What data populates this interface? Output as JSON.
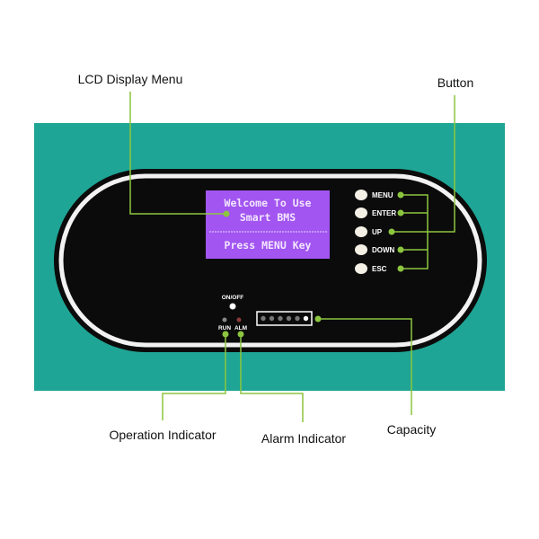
{
  "labels": {
    "lcd": "LCD Display Menu",
    "button": "Button",
    "operation": "Operation Indicator",
    "alarm": "Alarm Indicator",
    "capacity": "Capacity"
  },
  "lcd": {
    "line1": "Welcome To Use",
    "line2": "Smart BMS",
    "line3": "Press MENU Key"
  },
  "buttons": [
    "MENU",
    "ENTER",
    "UP",
    "DOWN",
    "ESC"
  ],
  "panel": {
    "onoff": "ON/OFF",
    "run": "RUN",
    "alm": "ALM"
  },
  "capacity_leds": 6,
  "colors": {
    "teal": "#1fa595",
    "panel": "#0b0b0b",
    "lcd": "#a255f0",
    "callout": "#8cc63f"
  }
}
